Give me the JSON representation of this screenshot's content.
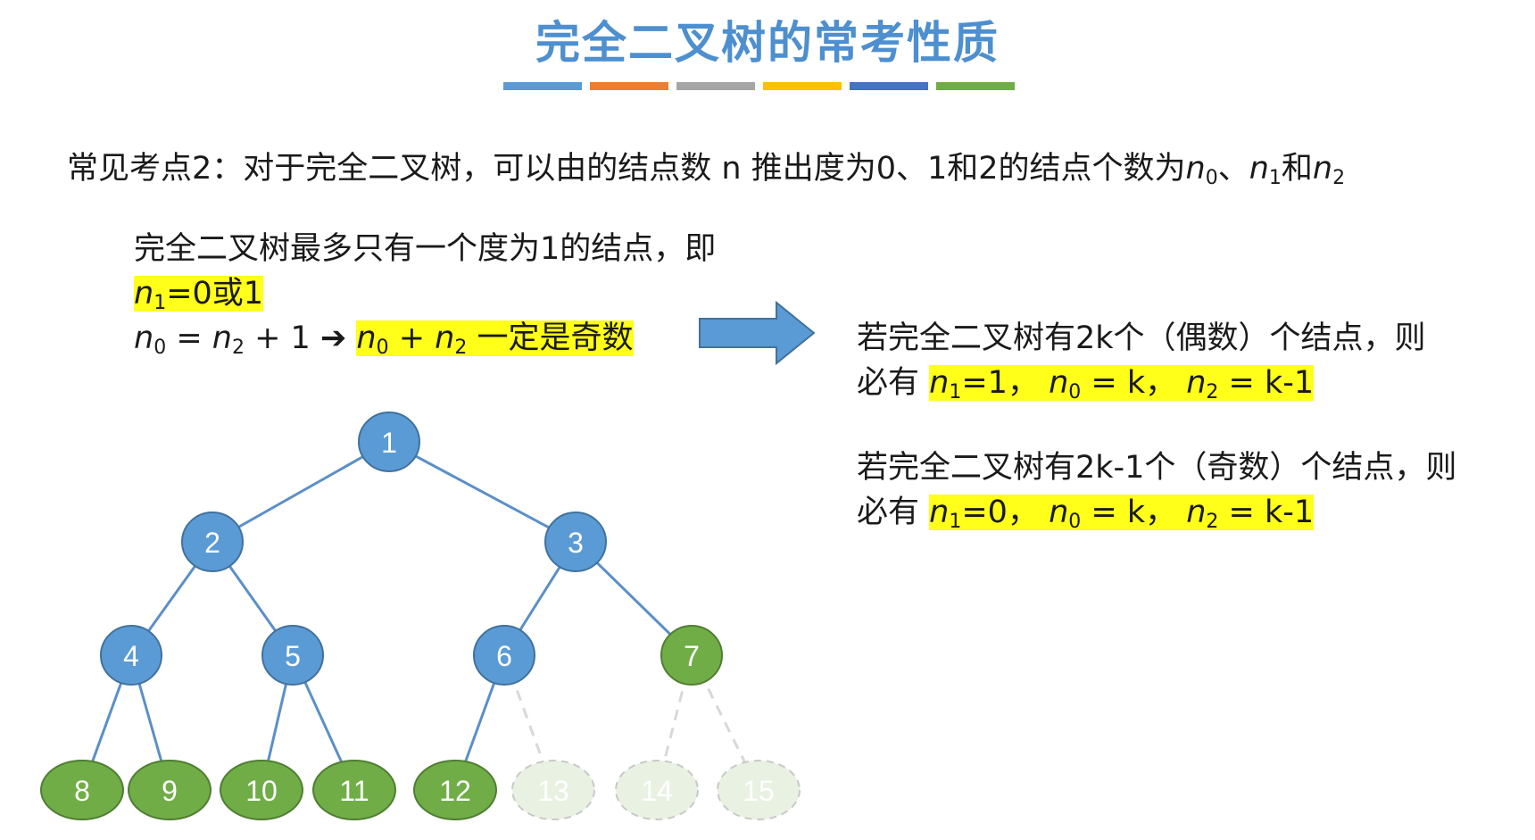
{
  "title": "完全二叉树的常考性质",
  "color_bars": [
    "#5b9bd5",
    "#ed7d31",
    "#a5a5a5",
    "#ffc000",
    "#4472c4",
    "#70ad47"
  ],
  "point2": {
    "prefix": "常见考点2：对于完全二叉树，可以由的结点数 n 推出度为0、1和2的结点个数为",
    "n0": "n",
    "s0": "0",
    "sep1": "、",
    "n1": "n",
    "s1": "1",
    "sep2": "和",
    "n2": "n",
    "s2": "2"
  },
  "left": {
    "line1": "完全二叉树最多只有一个度为1的结点，即",
    "line2_var": "n",
    "line2_sub": "1",
    "line2_rest": "=0或1",
    "line3_n0": "n",
    "line3_s0": "0",
    "line3_eq": " = ",
    "line3_n2": "n",
    "line3_s2": "2",
    "line3_plus1": " + 1 ",
    "line3_arrow": "➔",
    "line3_hl_n0": "n",
    "line3_hl_s0": "0",
    "line3_hl_plus": " + ",
    "line3_hl_n2": "n",
    "line3_hl_s2": "2",
    "line3_hl_rest": " 一定是奇数"
  },
  "right": {
    "even": {
      "line1": "若完全二叉树有2k个（偶数）个结点，则",
      "prefix": "必有 ",
      "a_var": "n",
      "a_sub": "1",
      "a_rest": "=1，  ",
      "b_var": "n",
      "b_sub": "0",
      "b_rest": " = k，  ",
      "c_var": "n",
      "c_sub": "2",
      "c_rest": " = k-1"
    },
    "odd": {
      "line1": "若完全二叉树有2k-1个（奇数）个结点，则",
      "prefix": "必有 ",
      "a_var": "n",
      "a_sub": "1",
      "a_rest": "=0，  ",
      "b_var": "n",
      "b_sub": "0",
      "b_rest": " = k，  ",
      "c_var": "n",
      "c_sub": "2",
      "c_rest": " = k-1"
    }
  },
  "tree": {
    "colors": {
      "internal": "#5b9bd5",
      "leaf": "#70ad47",
      "edge": "#5b8fc7",
      "ghost": "#e9f1e2"
    },
    "nodes": [
      {
        "label": "1",
        "type": "internal"
      },
      {
        "label": "2",
        "type": "internal"
      },
      {
        "label": "3",
        "type": "internal"
      },
      {
        "label": "4",
        "type": "internal"
      },
      {
        "label": "5",
        "type": "internal"
      },
      {
        "label": "6",
        "type": "internal"
      },
      {
        "label": "7",
        "type": "leaf"
      },
      {
        "label": "8",
        "type": "leaf"
      },
      {
        "label": "9",
        "type": "leaf"
      },
      {
        "label": "10",
        "type": "leaf"
      },
      {
        "label": "11",
        "type": "leaf"
      },
      {
        "label": "12",
        "type": "leaf"
      },
      {
        "label": "13",
        "type": "ghost"
      },
      {
        "label": "14",
        "type": "ghost"
      },
      {
        "label": "15",
        "type": "ghost"
      }
    ]
  }
}
